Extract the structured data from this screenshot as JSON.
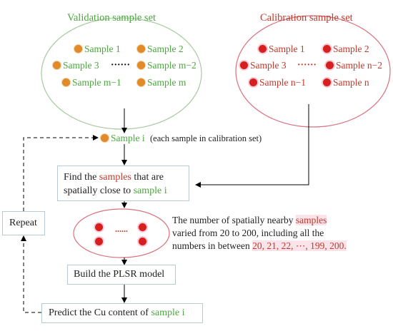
{
  "validation": {
    "title": "Validation sample set",
    "samples": [
      "Sample 1",
      "Sample 2",
      "Sample 3",
      "Sample m−1",
      "Sample m−2",
      "Sample m"
    ],
    "dots": "······"
  },
  "calibration": {
    "title": "Calibration sample set",
    "samples": [
      "Sample 1",
      "Sample 2",
      "Sample 3",
      "Sample n−1",
      "Sample n−2",
      "Sample n"
    ],
    "dots": "······"
  },
  "sample_i": {
    "label": "Sample  i",
    "note": "(each sample in calibration set)"
  },
  "find_box": {
    "line1_a": "Find the ",
    "line1_b": "samples",
    "line1_c": " that are",
    "line2_a": "spatially close to ",
    "line2_b": "sample i"
  },
  "nearby": {
    "dots": "......"
  },
  "nearby_note": {
    "line1_a": "The number of spatially nearby ",
    "line1_b": "samples",
    "line2": "varied from 20 to 200, including all the",
    "line3_a": "numbers in between ",
    "line3_b": "20, 21, 22, ⋯, 199, 200."
  },
  "plsr_box": "Build the PLSR model",
  "predict_box": {
    "text_a": "Predict the Cu content of ",
    "text_b": "sample i"
  },
  "repeat_box": "Repeat",
  "colors": {
    "green": "#4aa83c",
    "red": "#c0392b",
    "orange_dot": "#e08a2a",
    "red_dot": "#d61f1f"
  }
}
